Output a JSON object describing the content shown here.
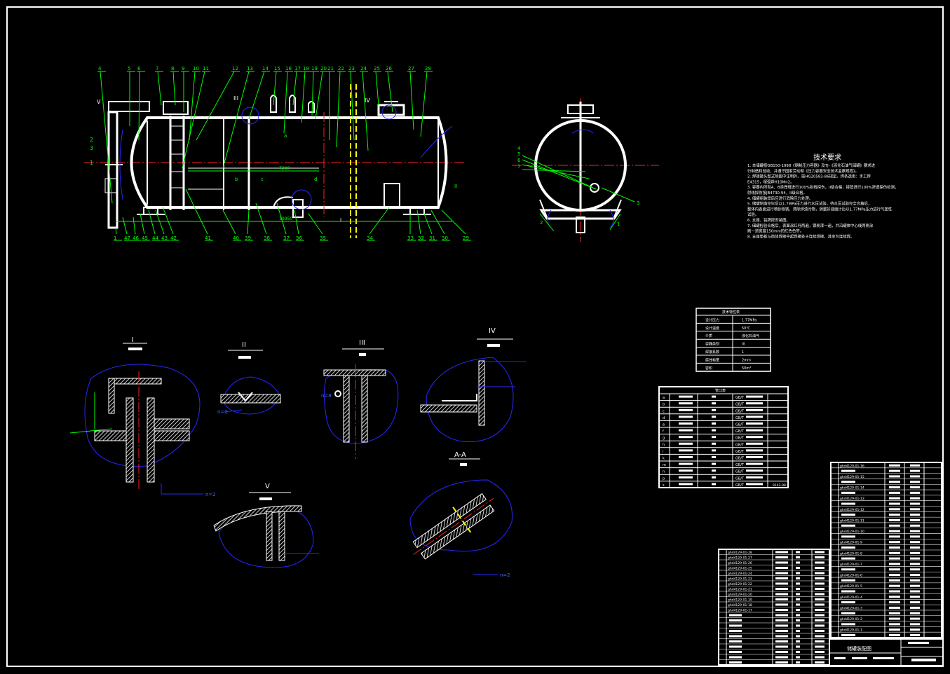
{
  "drawing": {
    "main_view": {
      "top_balloons": [
        "4",
        "5",
        "6",
        "7",
        "8",
        "9",
        "10",
        "11",
        "12",
        "13",
        "14",
        "15",
        "16",
        "17",
        "18",
        "19",
        "20",
        "21",
        "22",
        "23",
        "24",
        "25",
        "26",
        "27",
        "28"
      ],
      "bottom_balloons": [
        "1",
        "47",
        "46",
        "45",
        "44",
        "43",
        "42",
        "41",
        "40",
        "39",
        "38",
        "37",
        "36",
        "35",
        "34",
        "33",
        "32",
        "31",
        "30",
        "29"
      ],
      "left_labels": [
        "V",
        "2",
        "3",
        "1"
      ],
      "section_marks": [
        "III",
        "IV",
        "I",
        "II"
      ],
      "letters": [
        "a",
        "b",
        "c",
        "d"
      ],
      "dims": [
        "7200",
        "10950"
      ]
    },
    "end_view": {
      "labels": [
        "4",
        "5",
        "6",
        "7",
        "3",
        "2",
        "1"
      ]
    },
    "tech_requirements": {
      "title": "技术要求",
      "lines": [
        "1. 本储罐按GB150-1998《钢制压力容器》及TJ-《液化石油气储罐》要求进",
        "行制造和验收，并遵守国家劳动部《压力容器安全技术监察规程》。",
        "2. 焊接接头型式除图中注明外，按HG20583-86规定。焊条选用：手工焊",
        "E4315，埋弧焊H10Mn2。",
        "3. 容器内所有A、B类焊缝进行100%射线探伤，II级合格；接管进行100%渗透探伤检测，",
        "射线探伤按JB4730-94，II级合格。",
        "4. 储罐组装焊后应进行消除应力处理。",
        "5. 储罐制造完毕后以1.7MPa压力进行水压试验，待水压试验完全合格后，",
        "整体内表面进行喷砂除锈，清除焊渣污物，调整好液面计后以1.77MPa压力进行气密性",
        "试验。",
        "6. 支座、铭牌按安装图。",
        "7. 储罐检验合格后，表面涂红丹两遍，银粉漆一遍，并沿罐体中心线两侧涂",
        "刷一道宽度150mm的红色色带。",
        "8. 支座垫板与简体焊接中起焊接处于连续焊接，其余为连续焊。"
      ]
    },
    "details": [
      {
        "label": "I",
        "note": "n=2"
      },
      {
        "label": "II",
        "note": "n=2"
      },
      {
        "label": "III",
        "note": "n=8"
      },
      {
        "label": "IV",
        "note": ""
      },
      {
        "label": "V",
        "note": ""
      },
      {
        "label": "A-A",
        "note": "n=2"
      }
    ],
    "tech_char_table": {
      "title": "技术特性表",
      "rows": [
        {
          "k": "设计压力",
          "v": "1.77MPa"
        },
        {
          "k": "设计温度",
          "v": "50℃"
        },
        {
          "k": "介质",
          "v": "液化石油气"
        },
        {
          "k": "容器类别",
          "v": "III"
        },
        {
          "k": "焊接系数",
          "v": "1"
        },
        {
          "k": "腐蚀裕量",
          "v": "2mm"
        },
        {
          "k": "容积",
          "v": "50m³"
        }
      ]
    },
    "nozzle_table": {
      "title": "管口表",
      "rows": [
        {
          "mark": "a",
          "std": "GB/T",
          "note": ""
        },
        {
          "mark": "b",
          "std": "GB/T",
          "note": ""
        },
        {
          "mark": "c",
          "std": "GB/T",
          "note": ""
        },
        {
          "mark": "d",
          "std": "GB/T",
          "note": ""
        },
        {
          "mark": "e",
          "std": "GB/T",
          "note": ""
        },
        {
          "mark": "f",
          "std": "GB/T",
          "note": ""
        },
        {
          "mark": "g",
          "std": "GB/T",
          "note": ""
        },
        {
          "mark": "h",
          "std": "GB/T",
          "note": ""
        },
        {
          "mark": "i",
          "std": "GB/T",
          "note": ""
        },
        {
          "mark": "k",
          "std": "GB/T",
          "note": ""
        },
        {
          "mark": "m",
          "std": "GB/T",
          "note": ""
        },
        {
          "mark": "n",
          "std": "GB/T",
          "note": ""
        },
        {
          "mark": "p",
          "std": "GB/T",
          "note": ""
        },
        {
          "mark": "s",
          "std": "GB/T",
          "note": "9142-88"
        }
      ]
    },
    "parts_list_right": [
      "ghd4129-01-16",
      "ghd4129-01-15",
      "ghd4129-01-14",
      "ghd4129-01-13",
      "ghd4129-01-12",
      "ghd4129-01-11",
      "ghd4129-01-10",
      "ghd4129-01-9",
      "ghd4129-01-8",
      "ghd4129-01-7",
      "ghd4129-01-6",
      "ghd4129-01-5",
      "ghd4129-01-4",
      "ghd4129-01-3",
      "ghd4129-01-2",
      "ghd4129-01-1"
    ],
    "parts_list_left": [
      "ghd4129-01-28",
      "ghd4129-01-27",
      "ghd4129-01-26",
      "ghd4129-01-25",
      "ghd4129-01-24",
      "ghd4129-01-23",
      "ghd4129-01-22",
      "ghd4129-01-21",
      "ghd4129-01-20",
      "ghd4129-01-19",
      "ghd4129-01-18",
      "ghd4129-01-17"
    ],
    "title_block": {
      "title": "储罐装配图"
    }
  }
}
